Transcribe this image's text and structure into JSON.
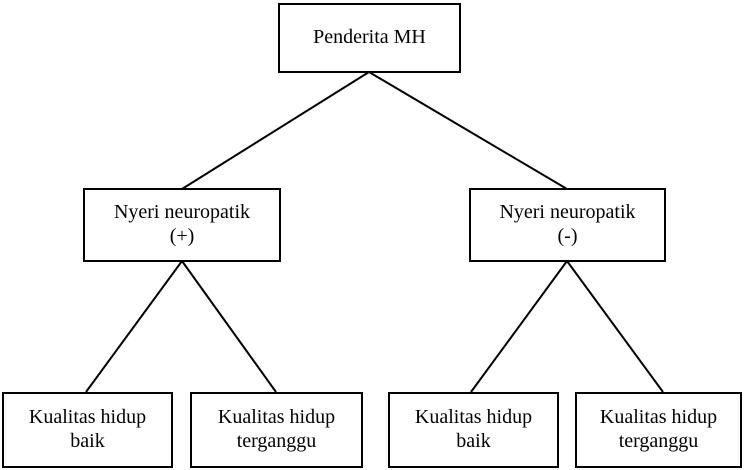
{
  "diagram": {
    "type": "tree",
    "title_text": "",
    "stroke_color": "#000000",
    "fill_color": "#ffffff",
    "nodes": [
      {
        "id": "root",
        "label": "Penderita MH",
        "level": 0
      },
      {
        "id": "pain_pos",
        "label": "Nyeri neuropatik\n(+)",
        "level": 1
      },
      {
        "id": "pain_neg",
        "label": "Nyeri neuropatik\n(-)",
        "level": 1
      },
      {
        "id": "qol_1",
        "label": "Kualitas hidup\nbaik",
        "level": 2
      },
      {
        "id": "qol_2",
        "label": "Kualitas hidup\nterganggu",
        "level": 2
      },
      {
        "id": "qol_3",
        "label": "Kualitas hidup\nbaik",
        "level": 2
      },
      {
        "id": "qol_4",
        "label": "Kualitas hidup\nterganggu",
        "level": 2
      }
    ],
    "edges": [
      {
        "from": "root",
        "to": "pain_pos"
      },
      {
        "from": "root",
        "to": "pain_neg"
      },
      {
        "from": "pain_pos",
        "to": "qol_1"
      },
      {
        "from": "pain_pos",
        "to": "qol_2"
      },
      {
        "from": "pain_neg",
        "to": "qol_3"
      },
      {
        "from": "pain_neg",
        "to": "qol_4"
      }
    ]
  }
}
